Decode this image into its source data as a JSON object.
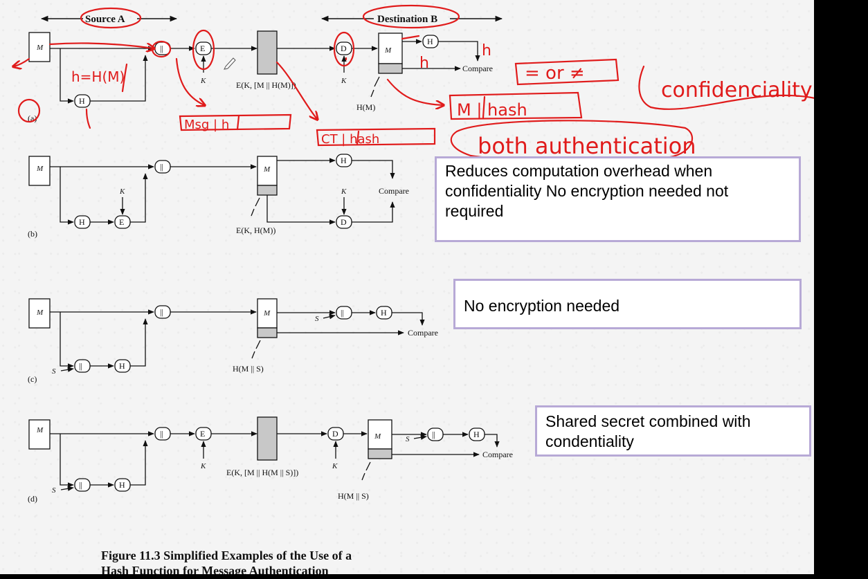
{
  "header": {
    "source": "Source A",
    "destination": "Destination B"
  },
  "panels": {
    "a": {
      "tag": "(a)",
      "M": "M",
      "H": "H",
      "concat": "||",
      "E": "E",
      "D": "D",
      "K1": "K",
      "K2": "K",
      "cipher_label": "E(K, [M || H(M)])",
      "hash_label": "H(M)",
      "compare": "Compare"
    },
    "b": {
      "tag": "(b)",
      "M": "M",
      "H": "H",
      "concat": "||",
      "E": "E",
      "D": "D",
      "K1": "K",
      "K2": "K",
      "hash_label": "E(K, H(M))",
      "compare": "Compare"
    },
    "c": {
      "tag": "(c)",
      "M": "M",
      "H": "H",
      "concat": "||",
      "S1": "S",
      "S2": "S",
      "hash_label": "H(M || S)",
      "compare": "Compare"
    },
    "d": {
      "tag": "(d)",
      "M": "M",
      "H": "H",
      "concat": "||",
      "E": "E",
      "D": "D",
      "K1": "K",
      "K2": "K",
      "S1": "S",
      "S2": "S",
      "cipher_label": "E(K, [M || H(M || S)])",
      "hash_label": "H(M || S)",
      "compare": "Compare"
    }
  },
  "annotations": {
    "h_eq": "h=H(M)",
    "h1": "h",
    "h2": "h",
    "eq_or_neq": "= or ≠",
    "msg_h": "Msg | h",
    "ct_hash": "CT | hash",
    "m_hash": "M | hash",
    "confidentiality": "confidenciality",
    "both_auth": "both authentication"
  },
  "notes": {
    "b": "Reduces computation overhead when confidentiality No encryption needed not required",
    "c": "No encryption needed",
    "d": "Shared secret combined with condentiality"
  },
  "caption": {
    "line1": "Figure 11.3  Simplified Examples of the Use of a",
    "line2": "Hash Function for Message Authentication"
  },
  "colors": {
    "ink": "#e01b1b",
    "note_border": "#b7a9d6",
    "block_fill": "#c8c8c8"
  }
}
